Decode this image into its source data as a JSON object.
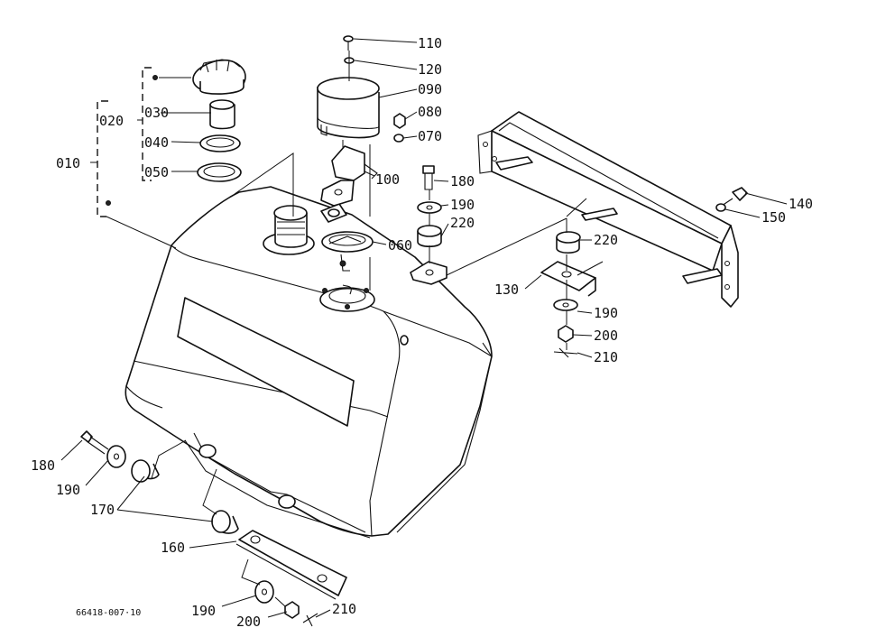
{
  "callouts": {
    "c010": "010",
    "c020": "020",
    "c030": "030",
    "c040": "040",
    "c050": "050",
    "c060": "060",
    "c070": "070",
    "c080": "080",
    "c090": "090",
    "c100": "100",
    "c110": "110",
    "c120": "120",
    "c130": "130",
    "c140": "140",
    "c150": "150",
    "c160": "160",
    "c170": "170",
    "c180a": "180",
    "c190a": "190",
    "c220a": "220",
    "c220b": "220",
    "c190b": "190",
    "c200b": "200",
    "c210b": "210",
    "c180c": "180",
    "c190c": "190",
    "c190d": "190",
    "c200d": "200",
    "c210d": "210"
  },
  "figure_code": "66418-007·10"
}
